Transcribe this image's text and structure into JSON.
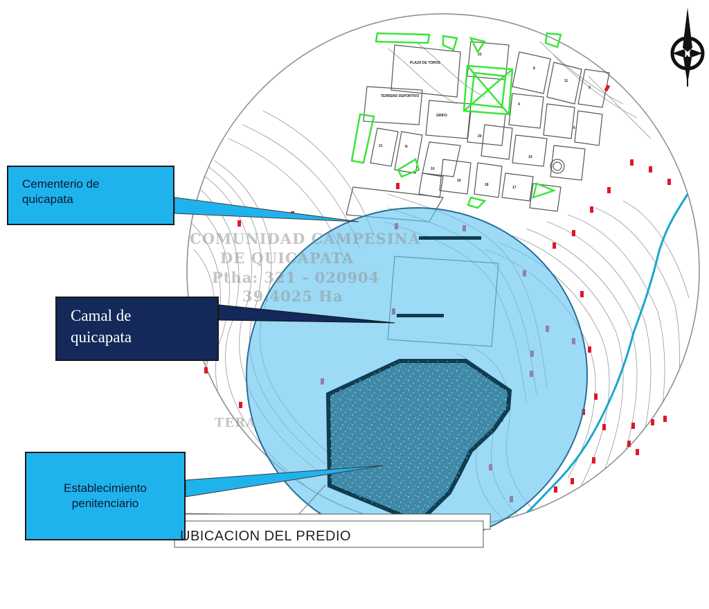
{
  "callouts": {
    "cementerio": "Cementerio de\nquicapata",
    "camal": "Camal de\nquicapata",
    "establecimiento": "Establecimiento\npenitenciario"
  },
  "map": {
    "community_name_line1": "COMUNIDAD CAMPESINA",
    "community_name_line2": "DE QUICAPATA",
    "title_number": "Ptha: 321 - 020904",
    "area": "39.4025 Ha",
    "partial_label": "TERA",
    "location_label": "UBICACION DEL PREDIO"
  },
  "colors": {
    "highlight_circle": "#5fc3f0",
    "prison_polygon": "#2e7a9a",
    "polygon_border": "#0f3d4f",
    "callout_cyan": "#1fb3ee",
    "callout_navy": "#14295a",
    "green_parcels": "#39e639",
    "red_markers": "#e0162b",
    "river": "#19a7cc",
    "contour_lines": "#9a9a9a"
  },
  "icons": {
    "north_arrow": "compass-north-icon"
  }
}
